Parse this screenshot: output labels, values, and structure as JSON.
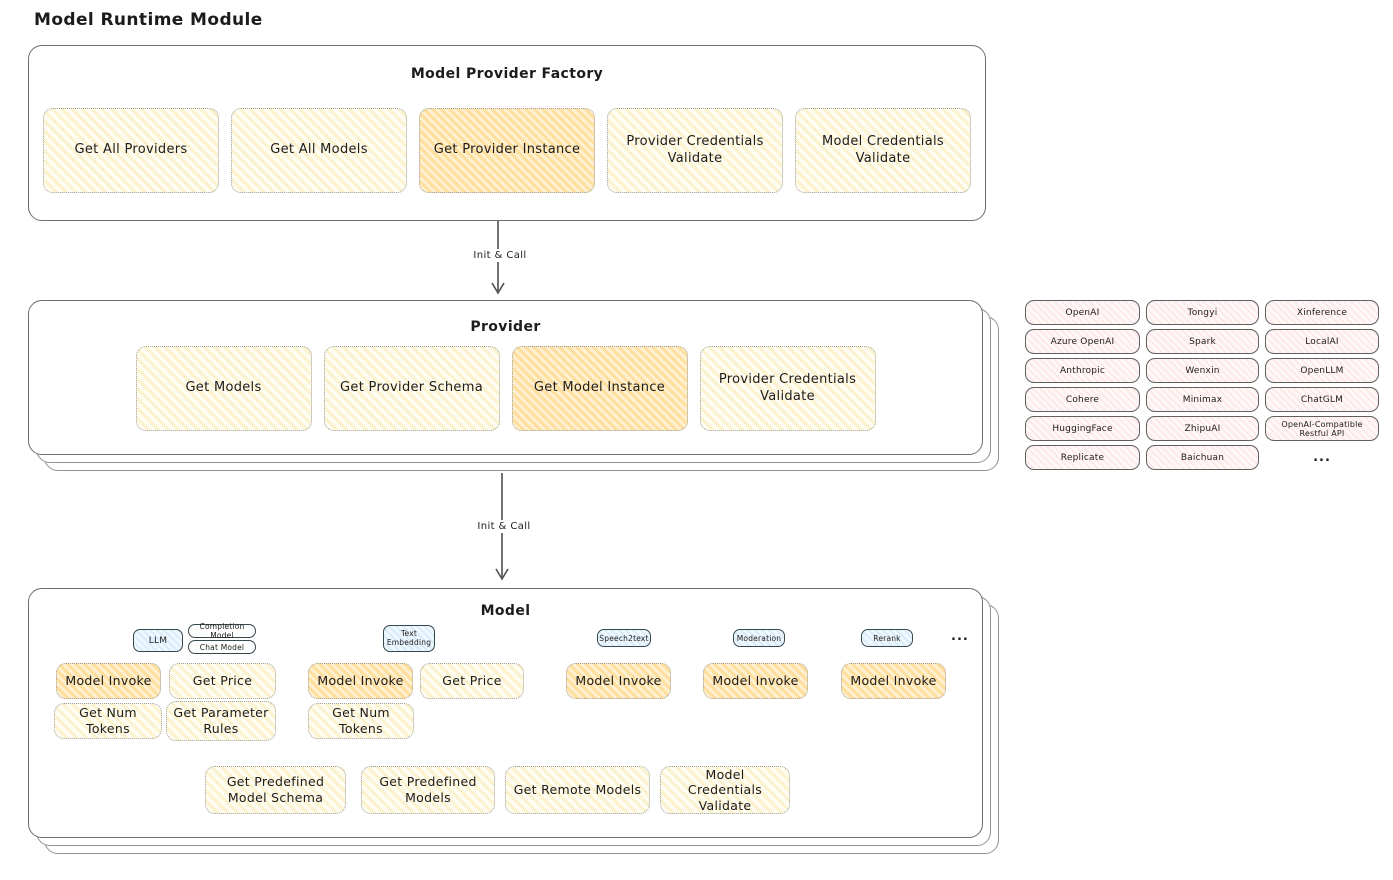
{
  "page_title": "Model Runtime Module",
  "colors": {
    "node_yellow": "#fdf6dd",
    "node_highlight": "#ffe2a8",
    "chip_blue": "#ddeefa",
    "provider_pink": "#ffefef",
    "box_border": "#6e6e6e"
  },
  "factory": {
    "title": "Model Provider Factory",
    "buttons": [
      {
        "label": "Get All Providers",
        "highlighted": false
      },
      {
        "label": "Get All Models",
        "highlighted": false
      },
      {
        "label": "Get Provider Instance",
        "highlighted": true
      },
      {
        "label": "Provider Credentials Validate",
        "highlighted": false
      },
      {
        "label": "Model Credentials Validate",
        "highlighted": false
      }
    ]
  },
  "arrows": {
    "arrow1_label": "Init & Call",
    "arrow2_label": "Init & Call"
  },
  "provider": {
    "title": "Provider",
    "buttons": [
      {
        "label": "Get Models",
        "highlighted": false
      },
      {
        "label": "Get Provider Schema",
        "highlighted": false
      },
      {
        "label": "Get Model Instance",
        "highlighted": true
      },
      {
        "label": "Provider Credentials Validate",
        "highlighted": false
      }
    ]
  },
  "providers_list": {
    "items": [
      "OpenAI",
      "Tongyi",
      "Xinference",
      "Azure OpenAI",
      "Spark",
      "LocalAI",
      "Anthropic",
      "Wenxin",
      "OpenLLM",
      "Cohere",
      "Minimax",
      "ChatGLM",
      "HuggingFace",
      "ZhipuAI",
      "OpenAI-Compatible Restful API",
      "Replicate",
      "Baichuan"
    ],
    "more": "..."
  },
  "model": {
    "title": "Model",
    "chips": [
      {
        "label": "LLM",
        "style": "blue"
      },
      {
        "label": "Completion Model",
        "style": "white"
      },
      {
        "label": "Chat Model",
        "style": "white"
      },
      {
        "label": "Text Embedding",
        "style": "blue"
      },
      {
        "label": "Speech2text",
        "style": "blue"
      },
      {
        "label": "Moderation",
        "style": "blue"
      },
      {
        "label": "Rerank",
        "style": "blue"
      }
    ],
    "chips_more": "...",
    "buttons": [
      {
        "label": "Model Invoke",
        "highlighted": true
      },
      {
        "label": "Get Price",
        "highlighted": false
      },
      {
        "label": "Get Num Tokens",
        "highlighted": false
      },
      {
        "label": "Get Parameter Rules",
        "highlighted": false
      },
      {
        "label": "Model Invoke",
        "highlighted": true
      },
      {
        "label": "Get Price",
        "highlighted": false
      },
      {
        "label": "Get Num Tokens",
        "highlighted": false
      },
      {
        "label": "Model Invoke",
        "highlighted": true
      },
      {
        "label": "Model Invoke",
        "highlighted": true
      },
      {
        "label": "Model Invoke",
        "highlighted": true
      }
    ],
    "bottom_buttons": [
      {
        "label": "Get Predefined Model Schema"
      },
      {
        "label": "Get Predefined Models"
      },
      {
        "label": "Get Remote Models"
      },
      {
        "label": "Model Credentials Validate"
      }
    ]
  }
}
